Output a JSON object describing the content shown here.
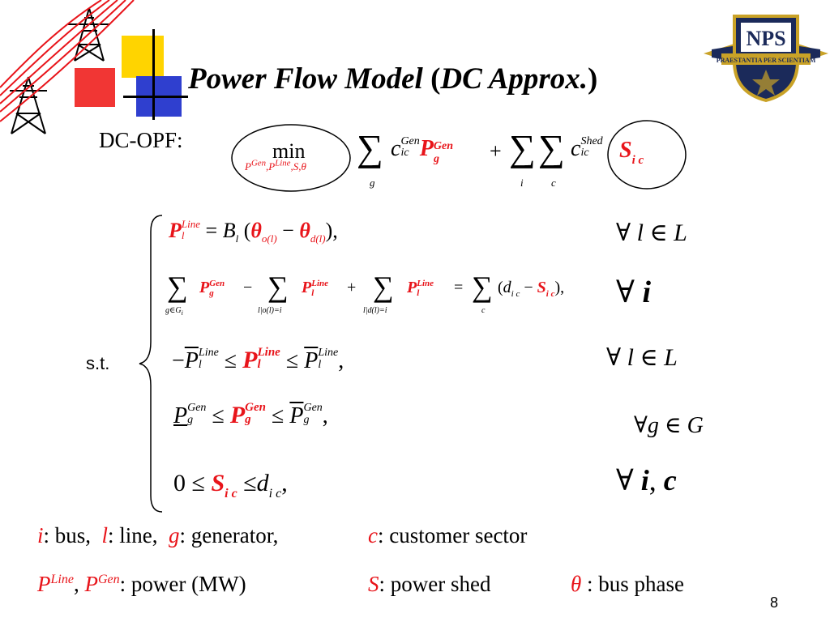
{
  "slide": {
    "title_main": "Power Flow Model",
    "title_paren": "DC Approx.",
    "page_number": "8"
  },
  "labels": {
    "dc_opf": "DC-OPF:",
    "st": "s.t."
  },
  "legend": {
    "i_sym": "i",
    "i_text": ": bus,",
    "l_sym": "l",
    "l_text": ": line,",
    "g_sym": "g",
    "g_text": ": generator,",
    "c_sym": "c",
    "c_text": ": customer sector",
    "pline_sym": "P",
    "pline_sup": "Line",
    "pgen_sym": "P",
    "pgen_sup": "Gen",
    "power_text": ": power (MW)",
    "s_sym": "S",
    "s_text": ": power shed",
    "theta_sym": "θ",
    "theta_text": ": bus phase"
  },
  "colors": {
    "accent_red": "#e8141a",
    "deco_yellow": "#ffd400",
    "deco_blue": "#2f3fcf",
    "deco_red": "#f0201e",
    "logo_navy": "#1b2a5a",
    "logo_gold": "#c9a227"
  },
  "icons": [
    "power-tower-icon",
    "nps-seal-icon"
  ],
  "nps_seal": {
    "text": "NPS",
    "motto": "PRAESTANTIA PER SCIENTIAM"
  }
}
